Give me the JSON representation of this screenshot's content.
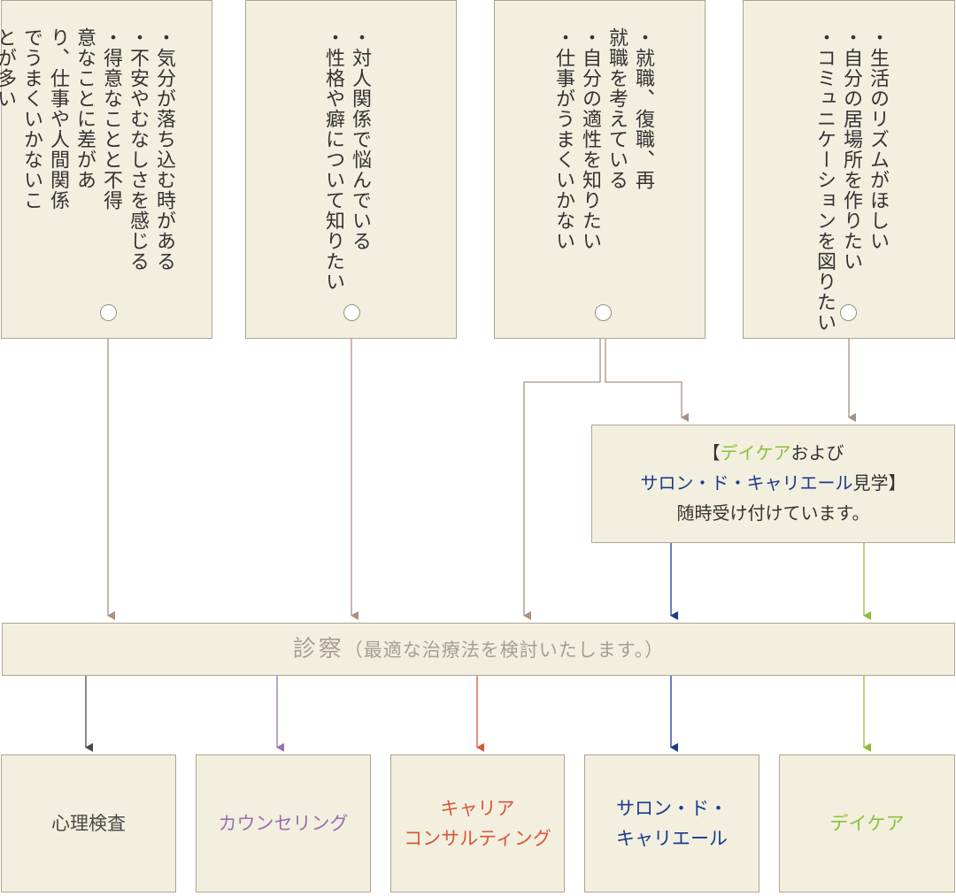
{
  "concerns": [
    {
      "items": [
        "気分が落ち込む時がある",
        "不安やむなしさを感じる",
        "得意なことと不得意なことに差があり、仕事や人間関係でうまくいかないことが多い"
      ]
    },
    {
      "items": [
        "対人関係で悩んでいる",
        "性格や癖について知りたい"
      ]
    },
    {
      "items": [
        "就職、復職、再就職を考えている",
        "自分の適性を知りたい",
        "仕事がうまくいかない"
      ]
    },
    {
      "items": [
        "生活のリズムがほしい",
        "自分の居場所を作りたい",
        "コミュニケーションを図りたい"
      ]
    }
  ],
  "visit": {
    "bracket_open": "【",
    "daycare": "デイケア",
    "and": "および",
    "salon": "サロン・ド・キャリエール",
    "kengaku": "見学",
    "bracket_close": "】",
    "line3": "随時受け付けています。"
  },
  "exam": {
    "title": "診察",
    "note": "（最適な治療法を検討いたします。）"
  },
  "outcomes": [
    {
      "lines": [
        "心理検査"
      ],
      "color": "#4a4a4a"
    },
    {
      "lines": [
        "カウンセリング"
      ],
      "color": "#9a6fb0"
    },
    {
      "lines": [
        "キャリア",
        "コンサルティング"
      ],
      "color": "#d8573a"
    },
    {
      "lines": [
        "サロン・ド・",
        "キャリエール"
      ],
      "color": "#1a3a8f"
    },
    {
      "lines": [
        "デイケア"
      ],
      "color": "#8cbf3a"
    }
  ],
  "colors": {
    "box_fill": "#f2efdf",
    "box_border": "#b0a48e",
    "connector": "#a99282",
    "psych": "#4a4a4a",
    "counseling": "#9a6fb0",
    "career": "#d8573a",
    "salon": "#1a3a8f",
    "daycare": "#8cbf3a"
  }
}
